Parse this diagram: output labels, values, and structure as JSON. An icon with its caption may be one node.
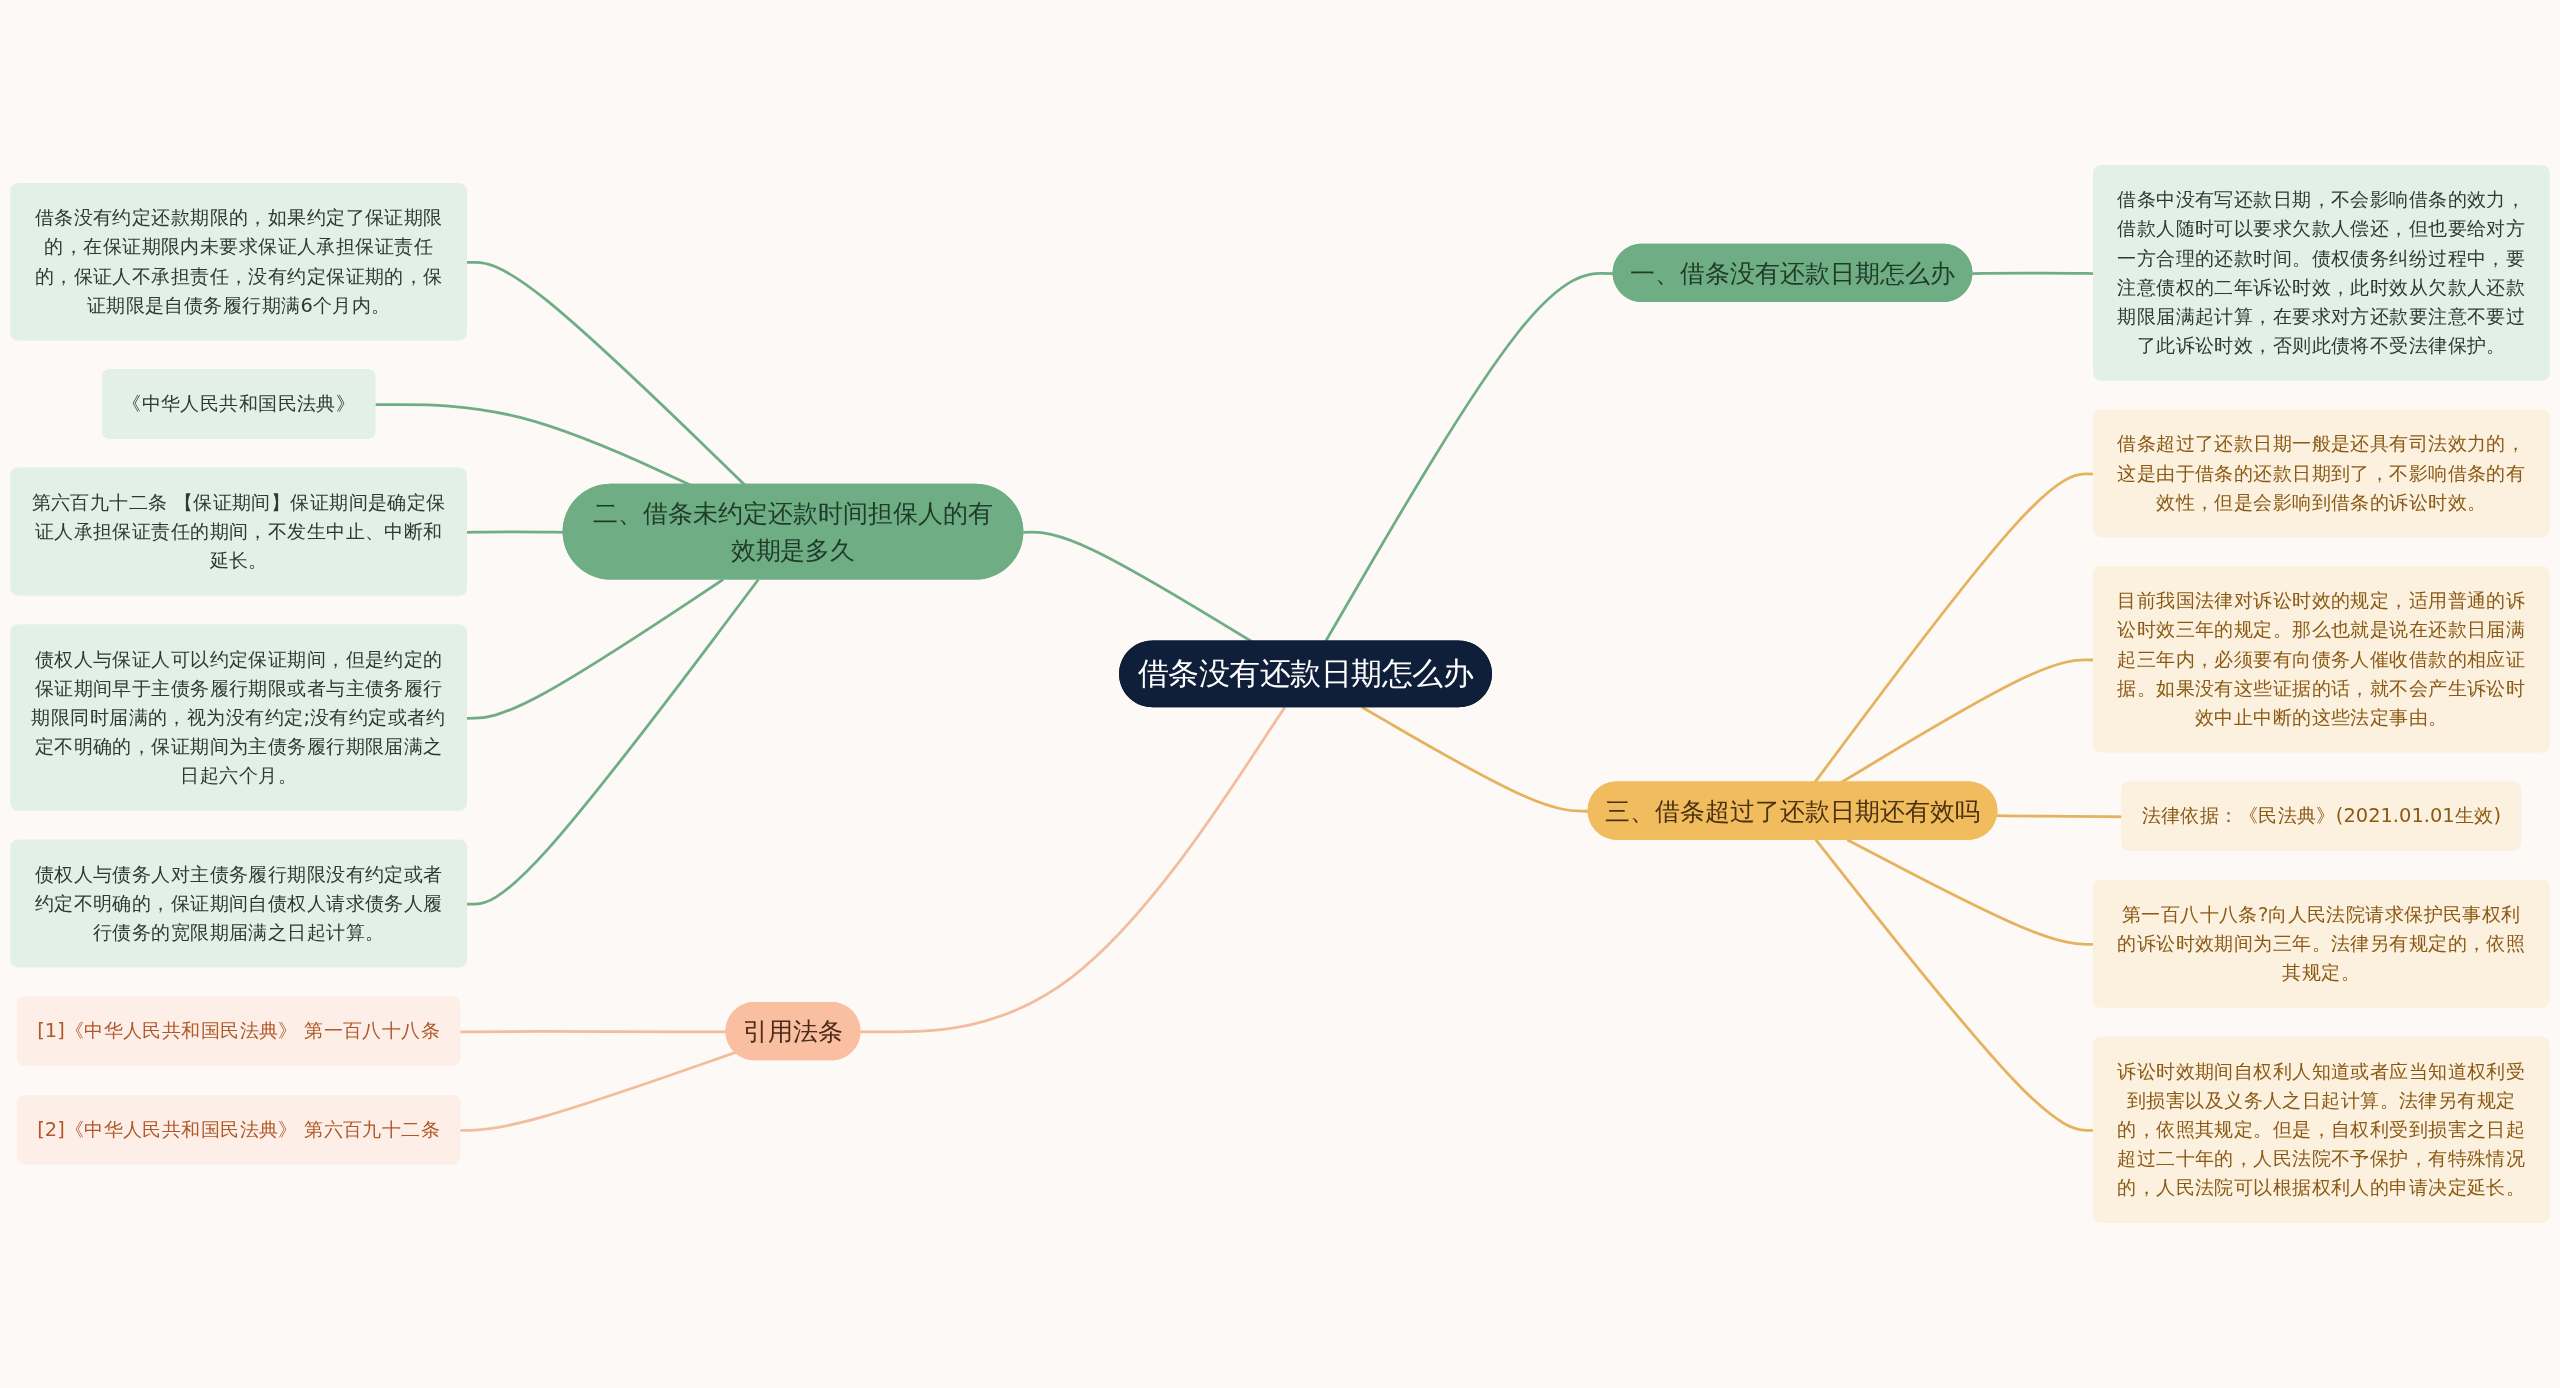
{
  "diagram": {
    "nodes": [
      {
        "text": [
          "借条没有还款日期怎么办"
        ]
      },
      {
        "text": [
          "一、借条没有还款日期怎么办"
        ]
      },
      {
        "text": [
          "借条中没有写还款日期，不会影响借条的效力，借款人随时可以要求欠款人偿还，但也要给对方一方合理的还款时间。债权债务纠纷过程中，要注意债权的二年诉讼时效，此时效从欠款人还款期限届满起计算，在要求对方还款要注意不要过了此诉讼时效，否则此债将不受法律保护。"
        ]
      },
      {
        "text": [
          "二、借条未约定还款时间担保人的有效期是多久"
        ]
      },
      {
        "text": [
          "借条没有约定还款期限的，如果约定了保证期限的，在保证期限内未要求保证人承担保证责任的，保证人不承担责任，没有约定保证期的，保证期限是自债务履行期满6个月内。"
        ]
      },
      {
        "text": [
          "《中华人民共和国民法典》"
        ]
      },
      {
        "text": [
          "第六百九十二条 【保证期间】保证期间是确定保证人承担保证责任的期间，不发生中止、中断和延长。"
        ]
      },
      {
        "text": [
          "债权人与保证人可以约定保证期间，但是约定的保证期间早于主债务履行期限或者与主债务履行期限同时届满的，视为没有约定;没有约定或者约定不明确的，保证期间为主债务履行期限届满之日起六个月。"
        ]
      },
      {
        "text": [
          "债权人与债务人对主债务履行期限没有约定或者约定不明确的，保证期间自债权人请求债务人履行债务的宽限期届满之日起计算。"
        ]
      },
      {
        "text": [
          "三、借条超过了还款日期还有效吗"
        ]
      },
      {
        "text": [
          "借条超过了还款日期一般是还具有司法效力的，这是由于借条的还款日期到了，不影响借条的有效性，但是会影响到借条的诉讼时效。"
        ]
      },
      {
        "text": [
          "目前我国法律对诉讼时效的规定，适用普通的诉讼时效三年的规定。那么也就是说在还款日届满起三年内，必须要有向债务人催收借款的相应证据。如果没有这些证据的话，就不会产生诉讼时效中止中断的这些法定事由。"
        ]
      },
      {
        "text": [
          "法律依据：《民法典》(2021.01.01生效)"
        ]
      },
      {
        "text": [
          "第一百八十八条?向人民法院请求保护民事权利的诉讼时效期间为三年。法律另有规定的，依照其规定。"
        ]
      },
      {
        "text": [
          "诉讼时效期间自权利人知道或者应当知道权利受到损害以及义务人之日起计算。法律另有规定的，依照其规定。但是，自权利受到损害之日起超过二十年的，人民法院不予保护，有特殊情况的，人民法院可以根据权利人的申请决定延长。"
        ]
      },
      {
        "text": [
          "引用法条"
        ]
      },
      {
        "text": [
          "[1]《中华人民共和国民法典》 第一百八十八条"
        ]
      },
      {
        "text": [
          "[2]《中华人民共和国民法典》 第六百九十二条"
        ]
      }
    ],
    "edges": [
      {
        "from": 0,
        "to": 1,
        "arrow": "none"
      },
      {
        "from": 1,
        "to": 2,
        "arrow": "none"
      },
      {
        "from": 0,
        "to": 3,
        "arrow": "none"
      },
      {
        "from": 3,
        "to": 4,
        "arrow": "none"
      },
      {
        "from": 3,
        "to": 5,
        "arrow": "none"
      },
      {
        "from": 3,
        "to": 6,
        "arrow": "none"
      },
      {
        "from": 3,
        "to": 7,
        "arrow": "none"
      },
      {
        "from": 3,
        "to": 8,
        "arrow": "none"
      },
      {
        "from": 0,
        "to": 9,
        "arrow": "none",
        "color": "#e5b25d"
      },
      {
        "from": 9,
        "to": 10,
        "arrow": "none",
        "color": "#e5b25d"
      },
      {
        "from": 9,
        "to": 11,
        "arrow": "none",
        "color": "#e5b25d"
      },
      {
        "from": 9,
        "to": 12,
        "arrow": "none",
        "color": "#e5b25d"
      },
      {
        "from": 9,
        "to": 13,
        "arrow": "none",
        "color": "#e5b25d"
      },
      {
        "from": 9,
        "to": 14,
        "arrow": "none",
        "color": "#e5b25d"
      },
      {
        "from": 0,
        "to": 15,
        "arrow": "none",
        "color": "#f2bd9e"
      },
      {
        "from": 15,
        "to": 16,
        "arrow": "none",
        "color": "#f2bd9e"
      },
      {
        "from": 15,
        "to": 17,
        "arrow": "none",
        "color": "#f2bd9e"
      }
    ]
  }
}
